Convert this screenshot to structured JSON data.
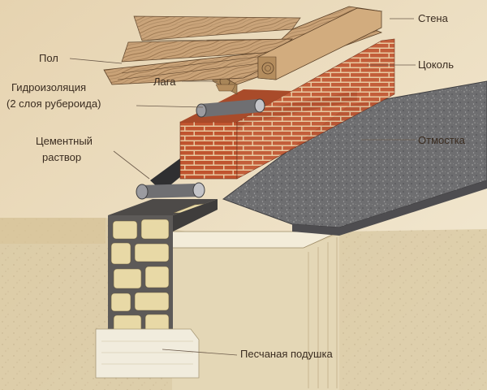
{
  "labels": {
    "floor": "Пол",
    "joist": "Лага",
    "waterproofing_1": "Гидроизоляция",
    "waterproofing_2": "(2 слоя рубероида)",
    "mortar_1": "Цементный",
    "mortar_2": "раствор",
    "wall": "Стена",
    "plinth": "Цоколь",
    "blind_area": "Отмостка",
    "sand_cushion": "Песчаная подушка"
  },
  "colors": {
    "paper": "#efe4c8",
    "brick": "#c0542f",
    "mortar_joint": "#e9c9a0",
    "wood": "#c9a277",
    "blind_area": "#6e6e70",
    "foundation_stone": "#e8d9a6",
    "foundation_mortar": "#5d5a58",
    "sand": "#f1ecdd",
    "soil": "#d9c9a3",
    "leader_line": "#6b5a4a"
  }
}
